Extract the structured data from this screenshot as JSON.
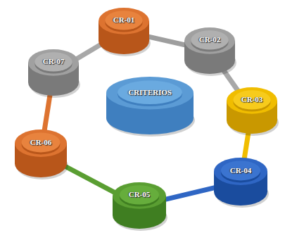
{
  "diagram": {
    "nodes": [
      {
        "text": [
          "CRITERIOS"
        ]
      },
      {
        "text": [
          "CR-01"
        ]
      },
      {
        "text": [
          "CR-02"
        ]
      },
      {
        "text": [
          "CR-03"
        ]
      },
      {
        "text": [
          "CR-04"
        ]
      },
      {
        "text": [
          "CR-05"
        ]
      },
      {
        "text": [
          "CR-06"
        ]
      },
      {
        "text": [
          "CR-07"
        ]
      }
    ],
    "edges": [
      {
        "from": 1,
        "to": 2,
        "arrow": "none"
      },
      {
        "from": 2,
        "to": 3,
        "arrow": "none"
      },
      {
        "from": 3,
        "to": 4,
        "arrow": "none"
      },
      {
        "from": 4,
        "to": 5,
        "arrow": "none"
      },
      {
        "from": 5,
        "to": 6,
        "arrow": "none"
      },
      {
        "from": 6,
        "to": 7,
        "arrow": "none"
      },
      {
        "from": 7,
        "to": 1,
        "arrow": "none"
      }
    ]
  }
}
